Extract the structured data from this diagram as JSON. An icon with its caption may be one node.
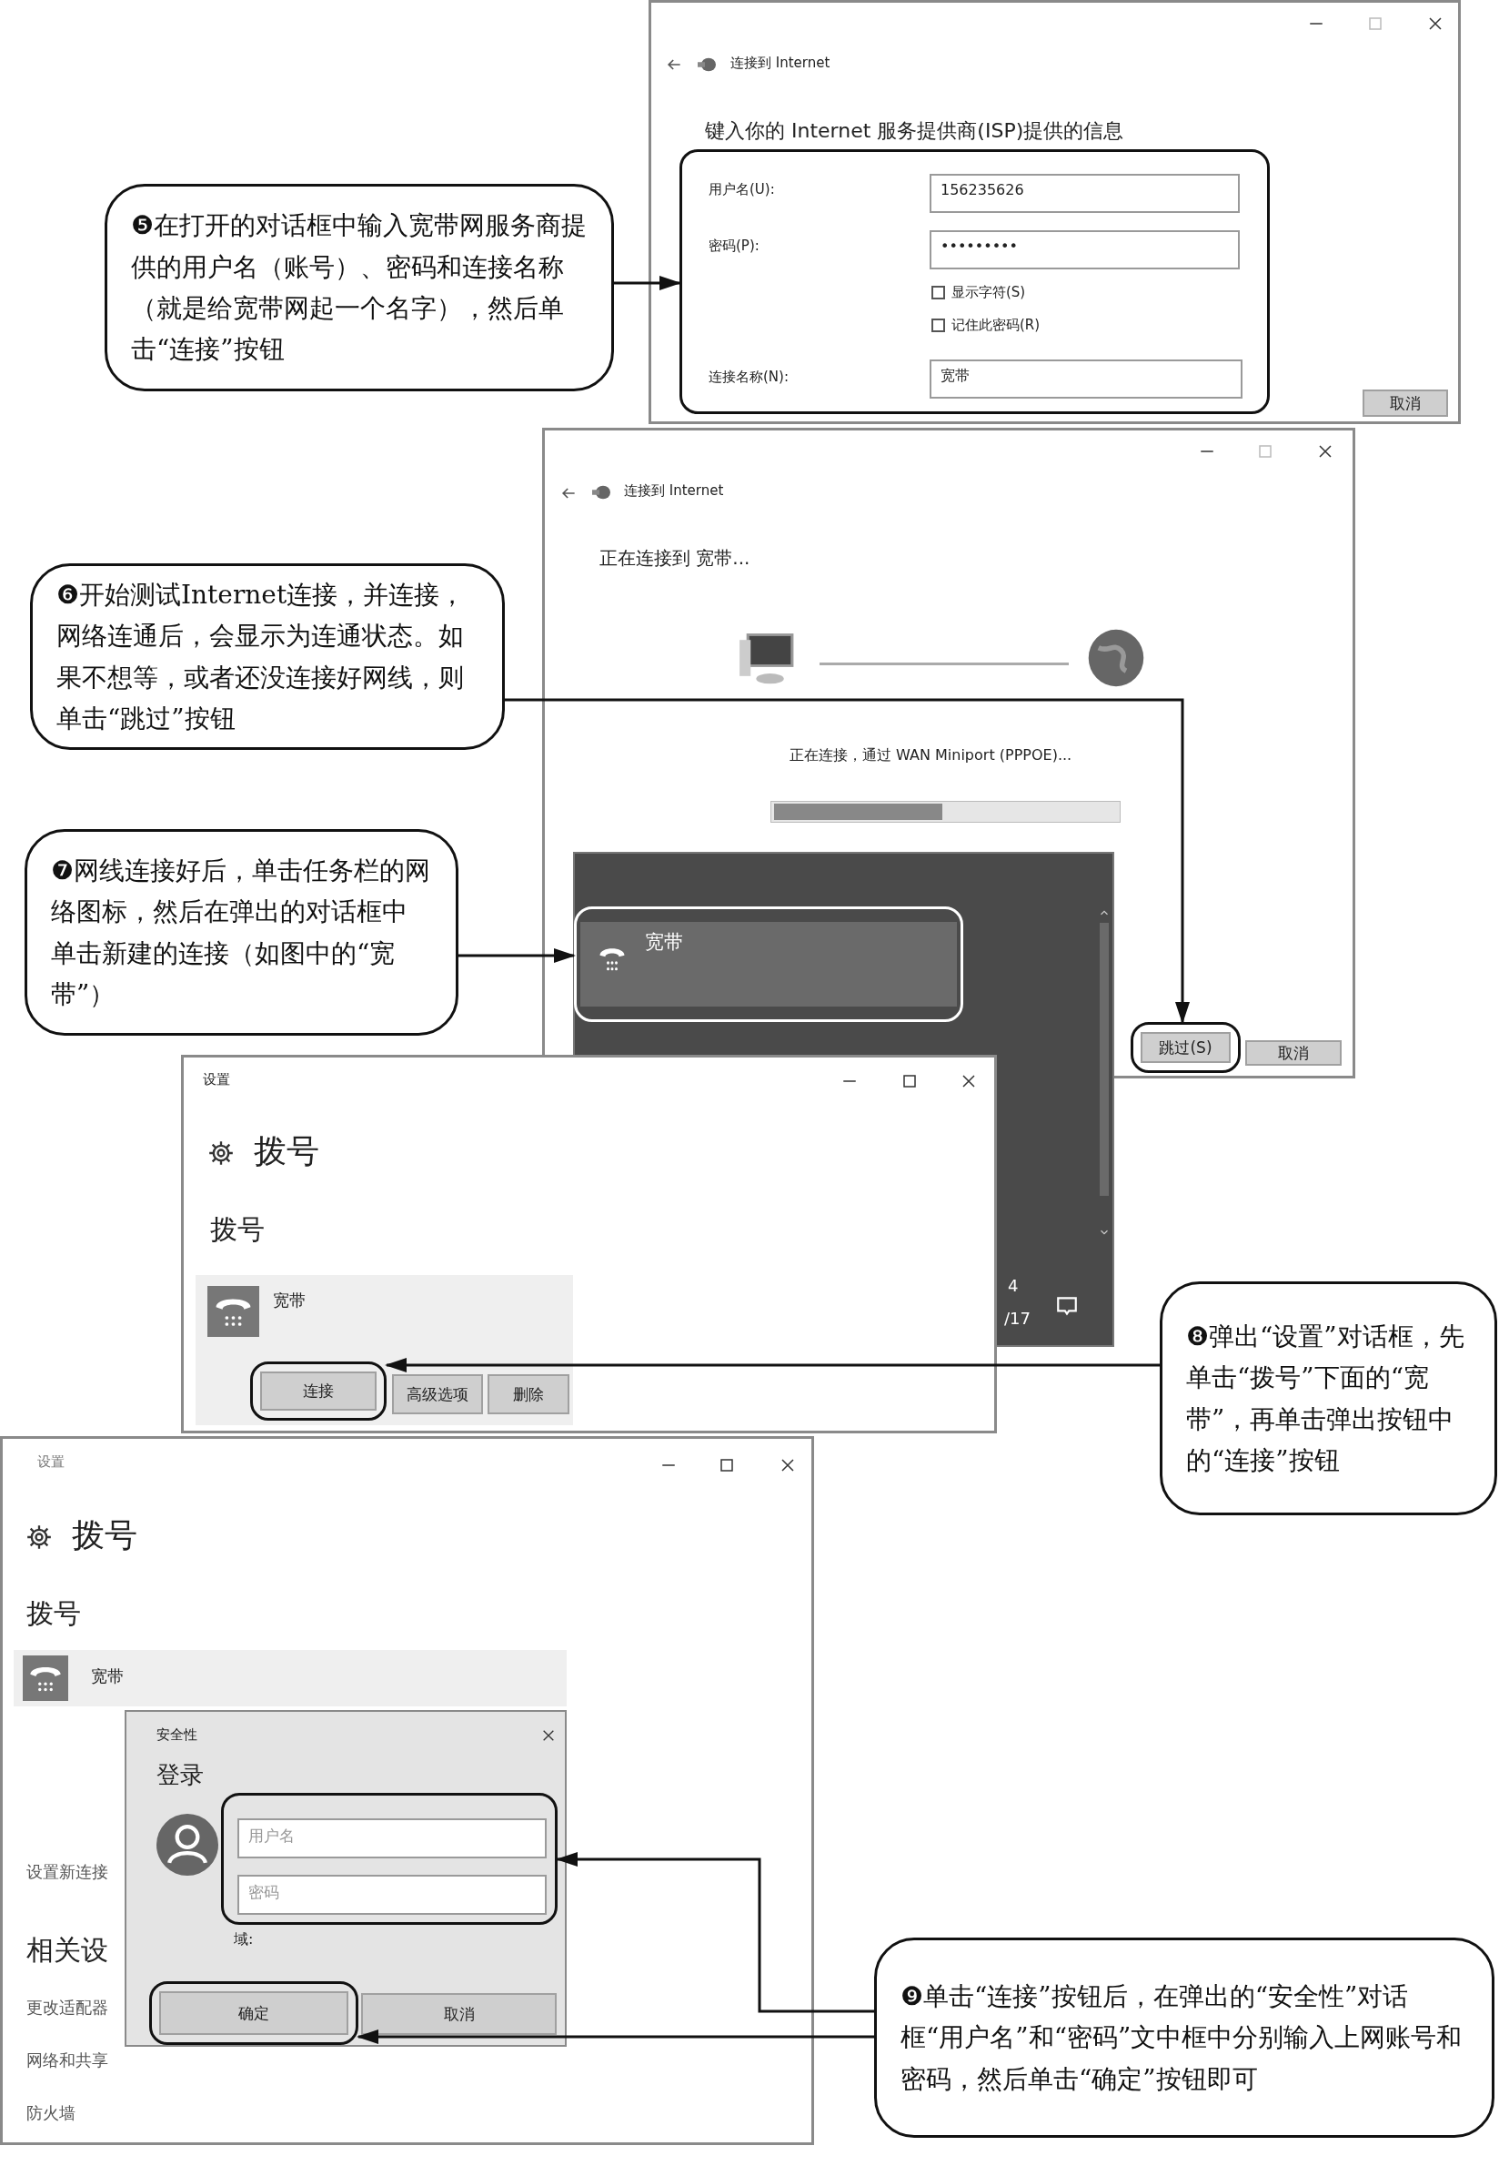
{
  "diagram": {
    "nodes": [
      {
        "text": [
          "❺在打开的对话框中输入宽带网服务商提供的用户名（账号）、密码和连接名称（就是给宽带网起一个名字），然后单击“连接”按钮"
        ]
      },
      {
        "text": [
          "连接到 Internet",
          "键入你的 Internet 服务提供商(ISP)提供的信息"
        ]
      },
      {
        "text": [
          "用户名(U):",
          "156235626",
          "密码(P):",
          "•••••••••",
          "显示字符(S)",
          "记住此密码(R)",
          "连接名称(N):",
          "宽带"
        ],
        "in": 1
      },
      {
        "text": [
          "取消"
        ],
        "in": 1
      },
      {
        "text": [
          "❻开始测试Internet连接，并连接，网络连通后，会显示为连通状态。如果不想等，或者还没连接好网线，则单击“跳过”按钮"
        ]
      },
      {
        "text": [
          "连接到 Internet",
          "正在连接到 宽带...",
          "正在连接，通过 WAN Miniport (PPPOE)..."
        ]
      },
      {
        "text": [
          "跳过(S)"
        ],
        "in": 5
      },
      {
        "text": [
          "取消"
        ],
        "in": 5
      },
      {
        "text": [
          "❼网线连接好后，单击任务栏的网络图标，然后在弹出的对话框中单击新建的连接（如图中的“宽带”）"
        ]
      },
      {
        "text": [
          "4",
          "/17"
        ]
      },
      {
        "text": [
          "宽带"
        ]
      },
      {
        "text": [
          "设置",
          "拨号",
          "拨号"
        ]
      },
      {
        "text": [
          "宽带"
        ],
        "in": 11
      },
      {
        "text": [
          "连接"
        ],
        "in": 12
      },
      {
        "text": [
          "高级选项"
        ],
        "in": 12
      },
      {
        "text": [
          "删除"
        ],
        "in": 12
      },
      {
        "text": [
          "❽弹出“设置”对话框，先单击“拨号”下面的“宽带”，再单击弹出按钮中的“连接”按钮"
        ]
      },
      {
        "text": [
          "设置",
          "拨号",
          "拨号",
          "设置新连接",
          "相关设",
          "更改适配器",
          "网络和共享",
          "防火墙"
        ]
      },
      {
        "text": [
          "宽带"
        ],
        "in": 17
      },
      {
        "text": [
          "安全性",
          "登录",
          "域:"
        ],
        "in": 17
      },
      {
        "text": [],
        "shape": "box",
        "in": 19
      },
      {
        "text": [
          "用户名"
        ],
        "in": 20
      },
      {
        "text": [
          "密码"
        ],
        "in": 20
      },
      {
        "text": [
          "确定"
        ],
        "in": 19
      },
      {
        "text": [
          "取消"
        ],
        "in": 19
      },
      {
        "text": [
          "❾单击“连接”按钮后，在弹出的“安全性”对话框“用户名”和“密码”文中框中分别输入上网账号和密码，然后单击“确定”按钮即可"
        ]
      }
    ],
    "edges": [
      {
        "from": 0,
        "to": 2,
        "arrow": "to"
      },
      {
        "from": 4,
        "to": 6,
        "arrow": "to"
      },
      {
        "from": 8,
        "to": 10,
        "arrow": "to"
      },
      {
        "from": 16,
        "to": 13,
        "arrow": "to"
      },
      {
        "from": 25,
        "to": 20,
        "arrow": "to"
      },
      {
        "from": 25,
        "to": 23,
        "arrow": "to"
      }
    ]
  }
}
